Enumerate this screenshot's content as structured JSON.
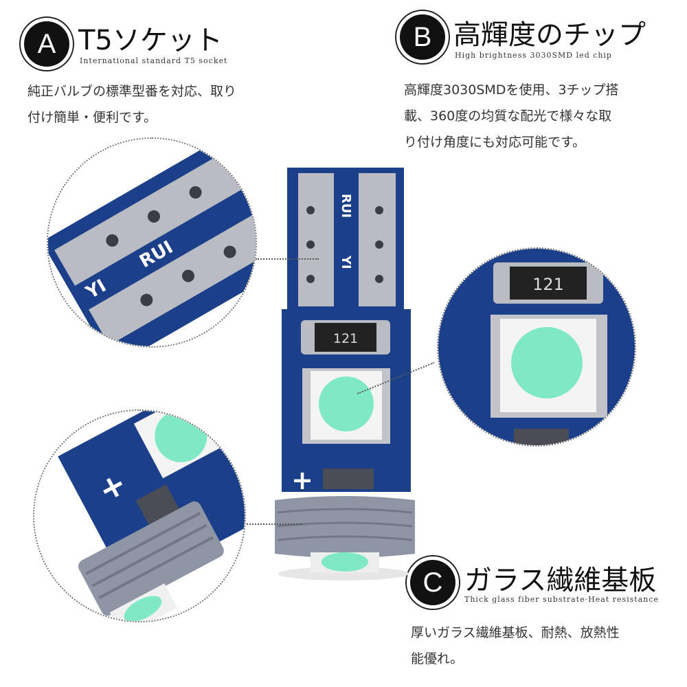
{
  "sections": {
    "a": {
      "badge": "A",
      "title": "T5ソケット",
      "subtitle": "International standard T5 socket",
      "description_lines": [
        "純正バルブの標準型番を対応、取り",
        "付け簡単・便利です。"
      ]
    },
    "b": {
      "badge": "B",
      "title": "高輝度のチップ",
      "subtitle": "High brightness 3030SMD led chip",
      "description_lines": [
        "高輝度3030SMDを使用、3チップ搭",
        "載、360度の均質な配光で様々な取",
        "り付け角度にも対応可能です。"
      ]
    },
    "c": {
      "badge": "C",
      "title": "ガラス繊維基板",
      "subtitle": "Thick glass fiber substrate·Heat resistance",
      "description_lines": [
        "厚いガラス繊維基板、耐熱、放熱性",
        "能優れ。"
      ]
    }
  },
  "product": {
    "resistor_code": "121",
    "board_text_1": "RUI",
    "board_text_2": "YI",
    "plus_mark": "+"
  },
  "colors": {
    "pcb_blue": "#1c3f8a",
    "pad_silver": "#b9bcc2",
    "led_glow": "#7fe8c4",
    "badge_black": "#111111"
  }
}
